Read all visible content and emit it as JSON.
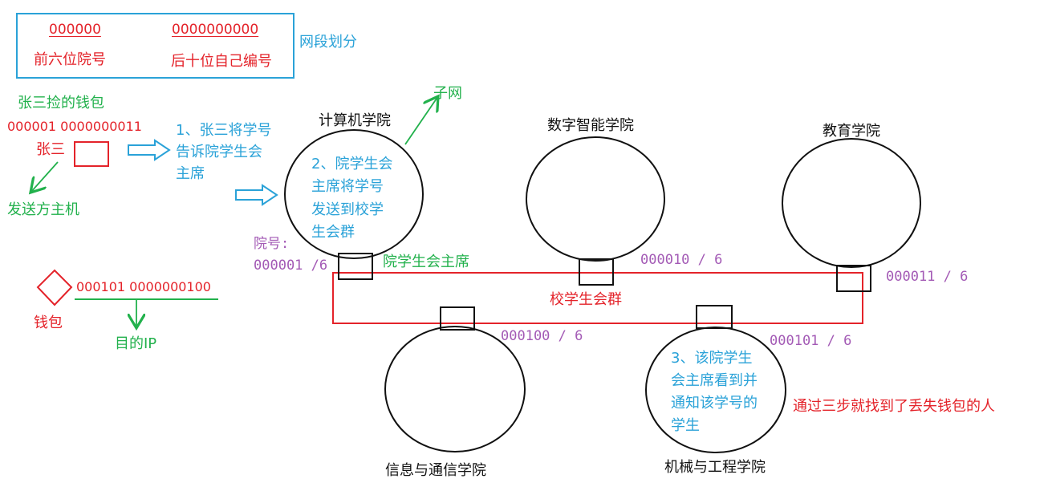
{
  "legend": {
    "left_digits": "000000",
    "left_label": "前六位院号",
    "right_digits": "0000000000",
    "right_label": "后十位自己编号",
    "title": "网段划分"
  },
  "sender": {
    "title": "张三捡的钱包",
    "id": "000001 0000000011",
    "name": "张三",
    "host_label": "发送方主机"
  },
  "step1": [
    "1、张三将学号",
    "告诉院学生会",
    "主席"
  ],
  "wallet": {
    "id": "000101 0000000100",
    "label": "钱包",
    "target_label": "目的IP"
  },
  "subnet_label": "子网",
  "colleges": {
    "cs": {
      "name": "计算机学院",
      "step2": [
        "2、院学生会",
        "主席将学号",
        "发送到校学",
        "生会群"
      ],
      "code_prefix": "院号:",
      "code": "000001 /6",
      "president_label": "院学生会主席"
    },
    "digital": {
      "name": "数字智能学院",
      "code": "000010 / 6"
    },
    "edu": {
      "name": "教育学院",
      "code": "000011 / 6"
    },
    "info": {
      "name": "信息与通信学院",
      "code": "000100 / 6"
    },
    "mech": {
      "name": "机械与工程学院",
      "code": "000101 / 6",
      "step3": [
        "3、该院学生",
        "会主席看到并",
        "通知该学号的",
        "学生"
      ]
    }
  },
  "school_group_label": "校学生会群",
  "conclusion": "通过三步就找到了丢失钱包的人",
  "colors": {
    "red": "#e4232a",
    "green": "#22b14c",
    "blue": "#2aa2d8",
    "purple": "#a35ab5",
    "black": "#111111"
  }
}
